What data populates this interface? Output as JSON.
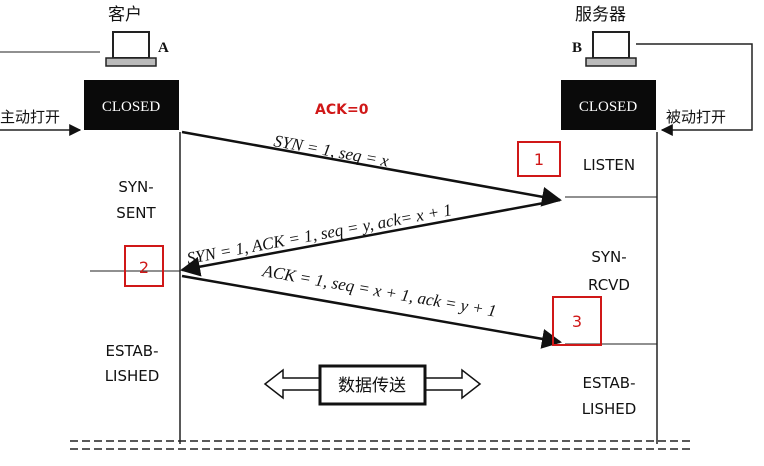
{
  "client": {
    "name": "客户",
    "tag": "A",
    "state_box": "CLOSED",
    "open_label": "主动打开"
  },
  "server": {
    "name": "服务器",
    "tag": "B",
    "state_box": "CLOSED",
    "open_label": "被动打开"
  },
  "annotation": "ACK=0",
  "messages": [
    "SYN = 1, seq = x",
    "SYN = 1, ACK = 1, seq = y, ack= x + 1",
    "ACK = 1, seq = x + 1, ack = y + 1"
  ],
  "client_states": [
    "SYN-",
    "SENT",
    "ESTAB-",
    "LISHED"
  ],
  "server_states": [
    "LISTEN",
    "SYN-",
    "RCVD",
    "ESTAB-",
    "LISHED"
  ],
  "step_markers": [
    "1",
    "2",
    "3"
  ],
  "data_transfer": "数据传送",
  "colors": {
    "box": "#111111",
    "marker": "#d01818",
    "line": "#222222"
  }
}
